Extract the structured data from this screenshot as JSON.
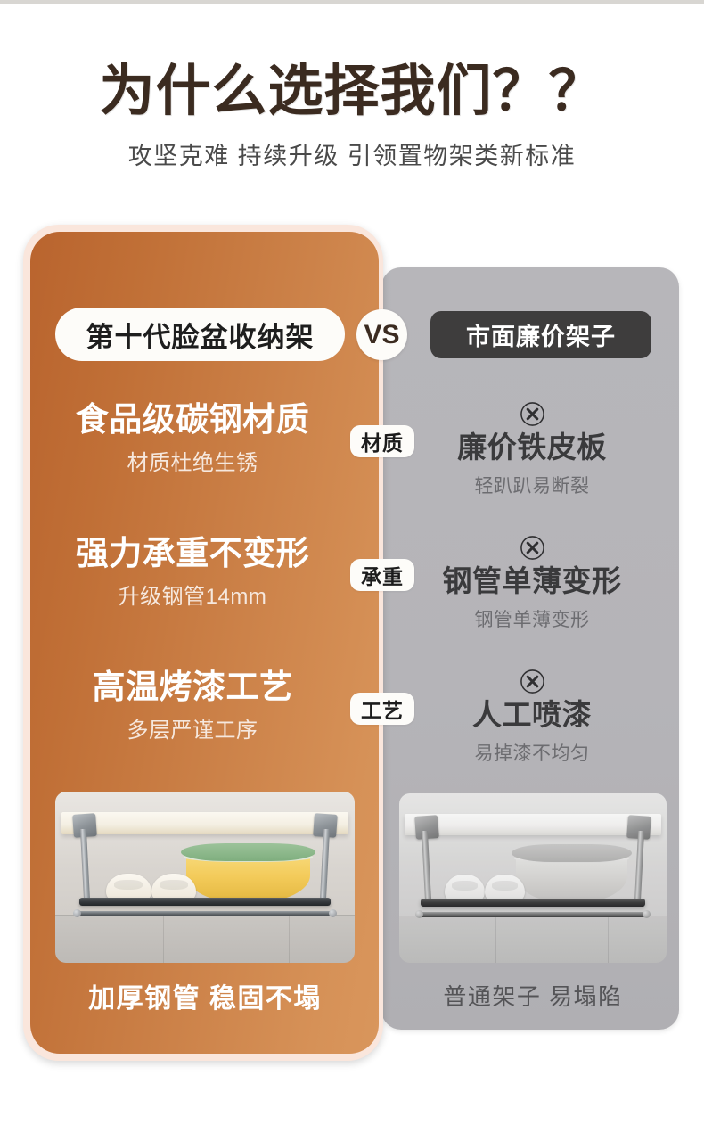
{
  "header": {
    "title": "为什么选择我们？？",
    "subtitle": "攻坚克难 持续升级 引领置物架类新标准"
  },
  "comparison": {
    "vs_label": "VS",
    "left_title": "第十代脸盆收纳架",
    "right_title": "市面廉价架子",
    "rows": [
      {
        "tag": "材质",
        "left_main": "食品级碳钢材质",
        "left_sub": "材质杜绝生锈",
        "right_main": "廉价铁皮板",
        "right_sub": "轻趴趴易断裂",
        "right_mark": "x-circle-icon"
      },
      {
        "tag": "承重",
        "left_main": "强力承重不变形",
        "left_sub": "升级钢管14mm",
        "right_main": "钢管单薄变形",
        "right_sub": "钢管单薄变形",
        "right_mark": "x-circle-icon"
      },
      {
        "tag": "工艺",
        "left_main": "高温烤漆工艺",
        "left_sub": "多层严谨工序",
        "right_main": "人工喷漆",
        "right_sub": "易掉漆不均匀",
        "right_mark": "x-circle-icon"
      }
    ],
    "left_caption": "加厚钢管 稳固不塌",
    "right_caption": "普通架子 易塌陷"
  },
  "photos": {
    "left_alt": "under-cabinet-rack-with-yellow-basin-and-slippers",
    "right_alt": "ordinary-rack-with-basin-and-slippers-grayscale"
  },
  "colors": {
    "panel_orange_dark": "#b9642e",
    "panel_orange_light": "#d9965c",
    "panel_orange_border": "#fae6dc",
    "panel_gray": "#b5b4b8",
    "title_brown": "#3b2b20",
    "pill_white": "#fdfcf9",
    "pill_dark": "#3e3d3d",
    "right_heading": "#3a3a3c",
    "right_sub": "#6c6c70",
    "page_background": "#ffffff"
  }
}
